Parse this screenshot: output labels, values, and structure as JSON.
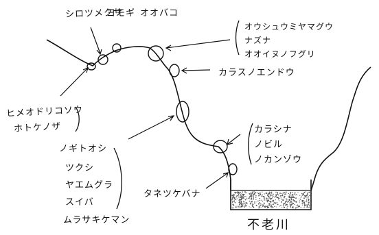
{
  "labels": {
    "shiro_tsumekusa": "シロツメクサ",
    "yomogi": "ヨモギ",
    "ohbako": "オオバコ",
    "top_right_1": "オウシュウミヤマグウ",
    "top_right_2": "ナズナ",
    "top_right_3": "オオイヌノフグリ",
    "karasu_no_endou": "カラスノエンドウ",
    "himeodorikosou": "ヒメオドリコソウ",
    "hotokenoza": "ホトケノザ",
    "karashina": "カラシナ",
    "nobiru": "ノビル",
    "nokanzou": "ノカンゾウ",
    "left_group_1": "ノギトオシ",
    "left_group_2": "ツクシ",
    "left_group_3": "ヤエムグラ",
    "left_group_4": "スイバ",
    "left_group_5": "ムラサキケマン",
    "tanetsukebana": "タネツケバナ",
    "river": "不老川"
  }
}
